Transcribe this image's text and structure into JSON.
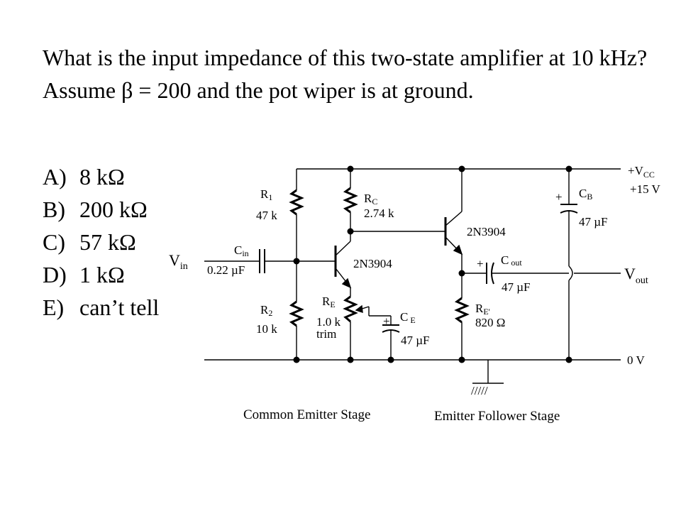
{
  "question": "What is the input impedance of this two-state amplifier at 10 kHz? Assume β = 200 and the pot wiper is at ground.",
  "choices": [
    {
      "letter": "A)",
      "text": "8 kΩ"
    },
    {
      "letter": "B)",
      "text": "200 kΩ"
    },
    {
      "letter": "C)",
      "text": "57 kΩ"
    },
    {
      "letter": "D)",
      "text": "1 kΩ"
    },
    {
      "letter": "E)",
      "text": "can’t tell"
    }
  ],
  "circuit": {
    "vcc_main": "+V",
    "vcc_sub": "CC",
    "vcc_value": "+15 V",
    "ground_label": "0 V",
    "vin_main": "V",
    "vin_sub": "in",
    "vout_main": "V",
    "vout_sub": "out",
    "r1_main": "R",
    "r1_sub": "1",
    "r1_value": "47 k",
    "r2_main": "R",
    "r2_sub": "2",
    "r2_value": "10 k",
    "rc_main": "R",
    "rc_sub": "C",
    "rc_value": "2.74 k",
    "re_label": "R",
    "re_sub": "E",
    "re_value": "1.0 k",
    "re_trim": "trim",
    "ce_main": "C",
    "ce_sub": "E",
    "ce_value": "47 µF",
    "cin_main": "C",
    "cin_sub": "in",
    "cin_value": "0.22 µF",
    "cb_main": "C",
    "cb_sub": "B",
    "cb_value": "47 µF",
    "cout_main": "C",
    "cout_sub": "out",
    "cout_value": "47 µF",
    "ref_main": "R",
    "ref_sub": "E'",
    "ref_value": "820 Ω",
    "q1_label": "2N3904",
    "q2_label": "2N3904",
    "plus_sign": "+",
    "ground_hatch": "/////",
    "stage1_caption": "Common Emitter Stage",
    "stage2_caption": "Emitter Follower Stage"
  }
}
